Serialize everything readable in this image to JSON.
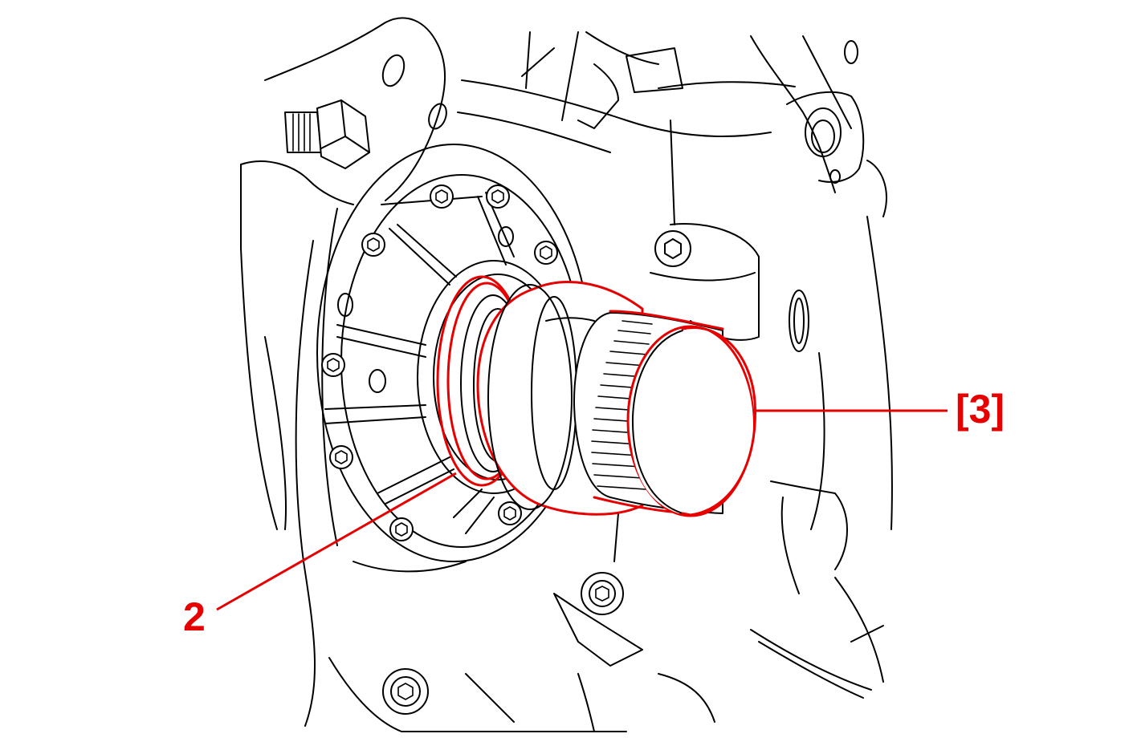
{
  "callouts": [
    {
      "id": "part-2",
      "label": "2",
      "color": "#e60000"
    },
    {
      "id": "tool-3",
      "label": "[3]",
      "color": "#e60000"
    }
  ],
  "colors": {
    "ink": "#000000",
    "highlight": "#e60000",
    "background": "#ffffff"
  }
}
